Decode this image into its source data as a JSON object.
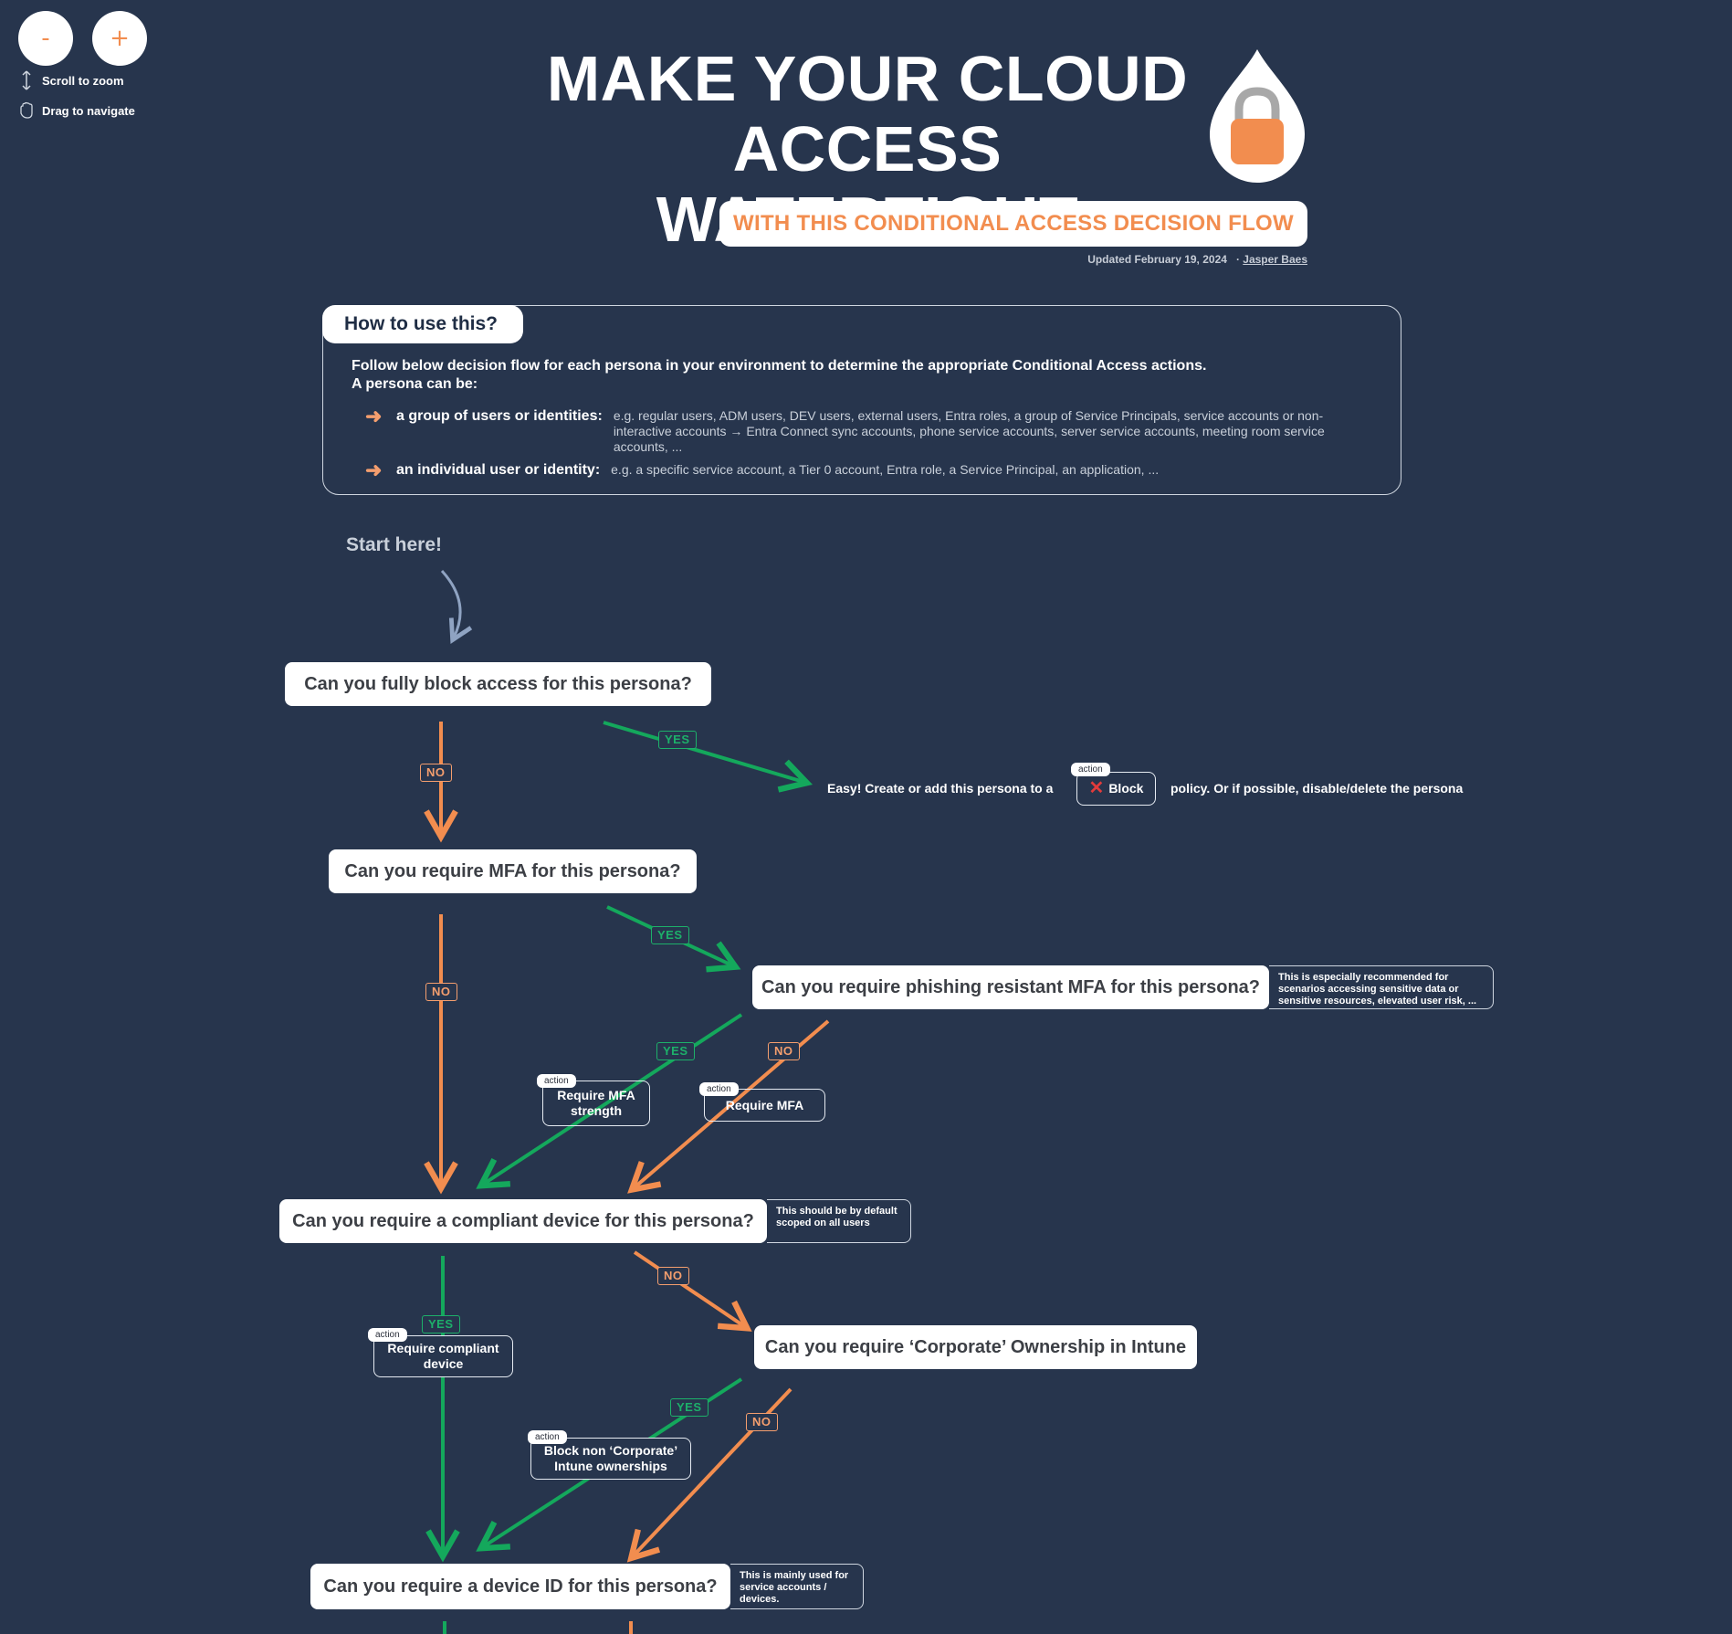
{
  "controls": {
    "zoom_out": "-",
    "zoom_in": "+",
    "scroll_hint": "Scroll to zoom",
    "drag_hint": "Drag to navigate"
  },
  "header": {
    "title_line1": "MAKE YOUR CLOUD",
    "title_line2": "ACCESS WATERTIGHT",
    "subtitle": "WITH THIS CONDITIONAL ACCESS DECISION FLOW",
    "updated": "Updated February 19, 2024",
    "separator": "·",
    "author": "Jasper Baes"
  },
  "howto": {
    "title": "How to use this?",
    "intro_line1": "Follow below decision flow for each persona in your environment to determine the appropriate Conditional Access actions.",
    "intro_line2": "A persona can be:",
    "items": [
      {
        "label": "a group of users or identities:",
        "desc": "e.g. regular users, ADM users, DEV users, external users, Entra roles, a group of Service Principals, service accounts  or non-interactive accounts  → Entra Connect sync accounts, phone service accounts, server service accounts, meeting room service accounts, ..."
      },
      {
        "label": "an individual user or identity:",
        "desc": "e.g. a specific service account, a Tier 0 account,  Entra role, a Service Principal, an application, ..."
      }
    ]
  },
  "flow": {
    "start": "Start here!",
    "q1": "Can you fully block access for this persona?",
    "q2": "Can you require MFA for this persona?",
    "q3": "Can you require phishing resistant MFA for this persona?",
    "q3_note": "This is especially recommended for scenarios accessing sensitive data or sensitive resources, elevated user risk, ...",
    "q4": "Can you require a compliant device for this persona?",
    "q4_note": "This should be by default scoped on all users",
    "q5": "Can you require ‘Corporate’ Ownership in Intune",
    "q6": "Can you require a device ID for this persona?",
    "q6_note": "This is mainly used for service accounts / devices.",
    "block_prefix": "Easy! Create or add this persona to a",
    "block_suffix": "policy. Or if possible, disable/delete the persona",
    "action_tag": "action",
    "actions": {
      "block": "Block",
      "mfa_strength": "Require MFA strength",
      "require_mfa": "Require MFA",
      "compliant": "Require compliant device",
      "corporate": "Block non ‘Corporate’ Intune ownerships"
    },
    "labels": {
      "yes": "YES",
      "no": "NO"
    },
    "colors": {
      "yes": "#14a85c",
      "no": "#f28d4f",
      "start_arrow": "#8fa3c2"
    }
  }
}
